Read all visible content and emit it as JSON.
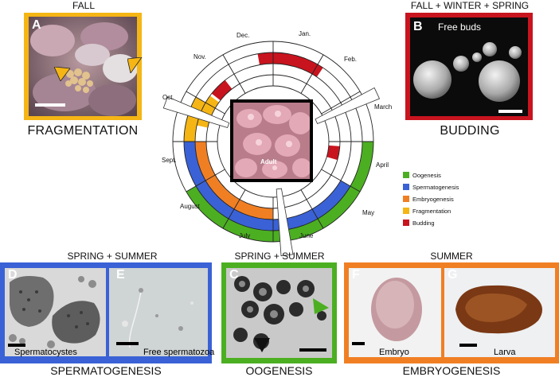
{
  "panels": {
    "A": {
      "letter": "A",
      "season": "FALL",
      "process": "FRAGMENTATION",
      "color": "#f5b514"
    },
    "B": {
      "letter": "B",
      "season": "FALL + WINTER + SPRING",
      "process": "BUDDING",
      "caption": "Free buds",
      "color": "#c8141e"
    },
    "spermatogenesis": {
      "season": "SPRING + SUMMER",
      "process": "SPERMATOGENESIS",
      "color": "#3a62d6",
      "D": {
        "letter": "D",
        "caption": "Spermatocystes"
      },
      "E": {
        "letter": "E",
        "caption": "Free spermatozoa"
      }
    },
    "oogenesis": {
      "season": "SPRING + SUMMER",
      "process": "OOGENESIS",
      "color": "#4caf22",
      "C": {
        "letter": "C"
      }
    },
    "embryogenesis": {
      "season": "SUMMER",
      "process": "EMBRYOGENESIS",
      "color": "#f07f24",
      "F": {
        "letter": "F",
        "caption": "Embryo"
      },
      "G": {
        "letter": "G",
        "caption": "Larva"
      }
    }
  },
  "calendar": {
    "center_label": "Adult",
    "months": [
      "Jan.",
      "Feb.",
      "March",
      "April",
      "May",
      "June",
      "July",
      "August",
      "Sept.",
      "Oct.",
      "Nov.",
      "Dec."
    ]
  },
  "legend": [
    {
      "label": "Oogenesis",
      "color": "#4caf22"
    },
    {
      "label": "Spermatogenesis",
      "color": "#3a62d6"
    },
    {
      "label": "Embryogenesis",
      "color": "#f07f24"
    },
    {
      "label": "Fragmentation",
      "color": "#f5b514"
    },
    {
      "label": "Budding",
      "color": "#c8141e"
    }
  ]
}
